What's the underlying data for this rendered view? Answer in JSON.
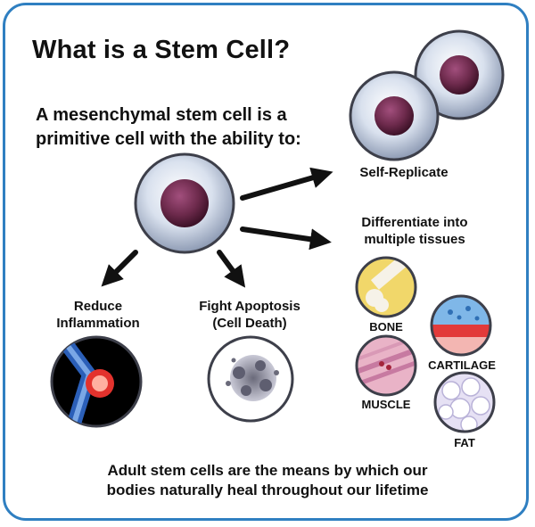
{
  "title": "What is a Stem Cell?",
  "intro": {
    "line1": "A mesenchymal stem cell is a",
    "line2": "primitive cell with the ability to:"
  },
  "abilities": {
    "self_replicate": "Self-Replicate",
    "differentiate_line1": "Differentiate into",
    "differentiate_line2": "multiple tissues",
    "reduce_line1": "Reduce",
    "reduce_line2": "Inflammation",
    "apoptosis_line1": "Fight Apoptosis",
    "apoptosis_line2": "(Cell Death)"
  },
  "tissues": {
    "bone": "BONE",
    "cartilage": "CARTILAGE",
    "muscle": "MUSCLE",
    "fat": "FAT"
  },
  "footer": {
    "line1": "Adult stem cells are the means by which our",
    "line2": "bodies naturally heal throughout our lifetime"
  },
  "colors": {
    "frame": "#2f7fc1",
    "cell_outer": "#c9d4e6",
    "cell_nucleus": "#7a3458",
    "arrow": "#111111",
    "inflammation": "#e3322d",
    "joint": "#2b5fb8"
  }
}
